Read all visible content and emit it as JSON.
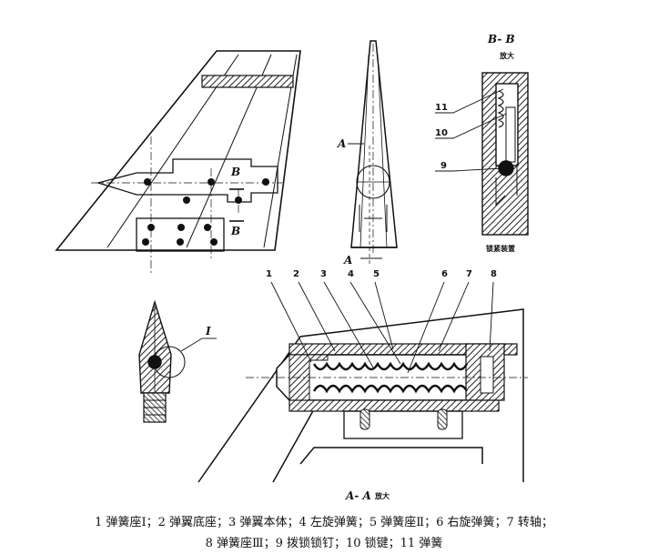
{
  "labels": {
    "section_bb": "B- B",
    "bb_zoom": "放大",
    "section_aa": "A- A",
    "aa_zoom": "放大",
    "locking_device": "锁紧装置",
    "letter_a": "A",
    "letter_b": "B",
    "detail_i": "I",
    "callouts": [
      "1",
      "2",
      "3",
      "4",
      "5",
      "6",
      "7",
      "8",
      "9",
      "10",
      "11"
    ]
  },
  "caption": {
    "line1": "1 弹簧座Ⅰ；2 弹翼底座；3 弹翼本体；4 左旋弹簧；5 弹簧座Ⅱ；6 右旋弹簧；7 转轴；",
    "line2": "8 弹簧座Ⅲ；9 拨锁锁钉；10 锁键；11 弹簧"
  },
  "colors": {
    "ink": "#111111",
    "paper": "#ffffff",
    "hatch": "#222222"
  }
}
